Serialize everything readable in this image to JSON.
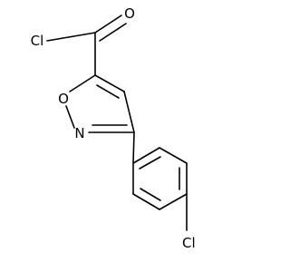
{
  "atoms": {
    "acyl_chloride_cl": "Cl",
    "carbonyl_o": "O",
    "ring_o": "O",
    "ring_n": "N",
    "aryl_cl": "Cl"
  },
  "colors": {
    "bond": "#000000",
    "text": "#000000",
    "background": "#ffffff"
  }
}
